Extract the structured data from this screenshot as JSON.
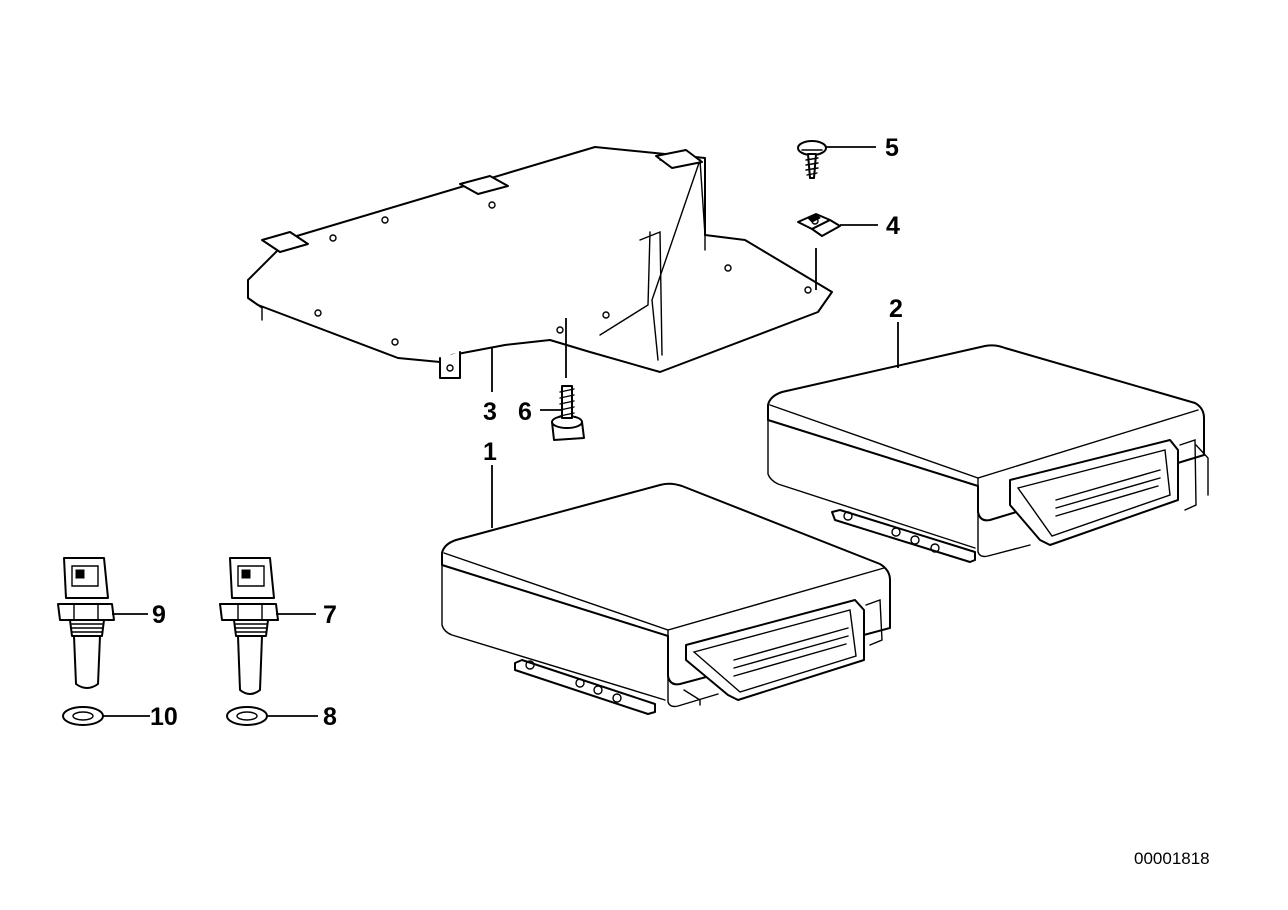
{
  "diagram": {
    "reference_number": "00001818",
    "callouts": {
      "c1": "1",
      "c2": "2",
      "c3": "3",
      "c4": "4",
      "c5": "5",
      "c6": "6",
      "c7": "7",
      "c8": "8",
      "c9": "9",
      "c10": "10"
    }
  }
}
